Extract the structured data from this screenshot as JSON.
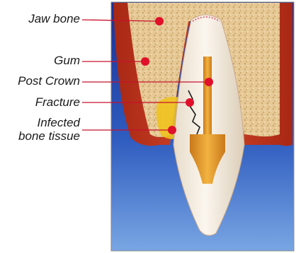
{
  "labels": {
    "jaw_bone": "Jaw bone",
    "gum": "Gum",
    "post_crown": "Post Crown",
    "fracture": "Fracture",
    "infected_line1": "Infected",
    "infected_line2": "bone tissue"
  },
  "colors": {
    "background_top": "#1f3a9e",
    "background_bottom": "#5f8fd6",
    "gum": "#c8371f",
    "bone": "#e9cf9d",
    "tooth": "#f6eee2",
    "post": "#e39a1f",
    "leader": "#c8102e",
    "marker": "#e0102a",
    "infection": "#f0c21e"
  }
}
